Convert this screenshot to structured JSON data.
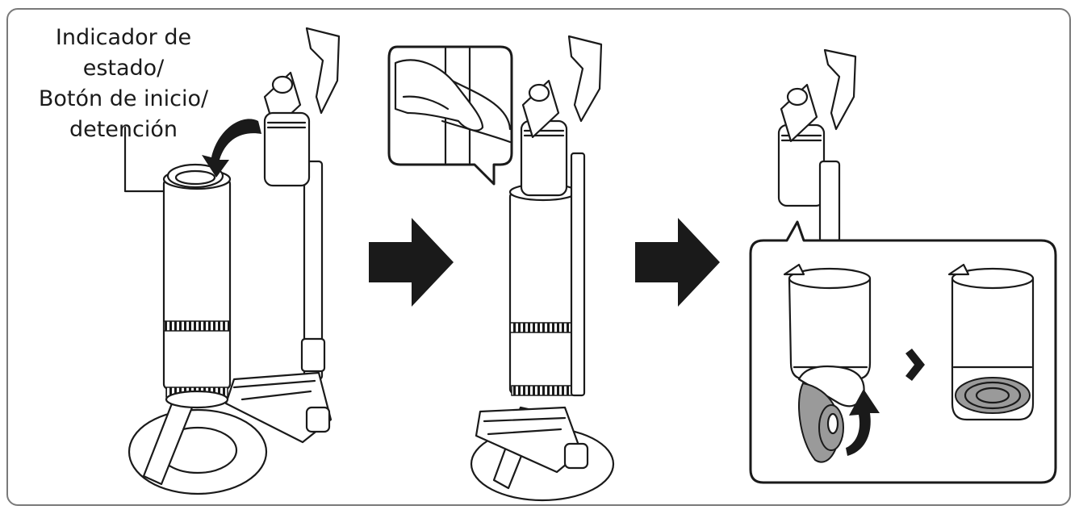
{
  "label": {
    "lines": [
      "Indicador de",
      "estado/",
      "Botón de inicio/",
      "detención"
    ]
  },
  "icons": {
    "step_arrow": "right-arrow-icon",
    "result_chevron": "chevron-right-icon",
    "rotate_arrow": "curved-arrow-icon",
    "leader_arrow": "curved-arrow-icon"
  },
  "colors": {
    "line": "#1a1a1a",
    "frame": "#7a7a7a",
    "fill": "#ffffff",
    "filter_gray": "#9a9a9a"
  }
}
